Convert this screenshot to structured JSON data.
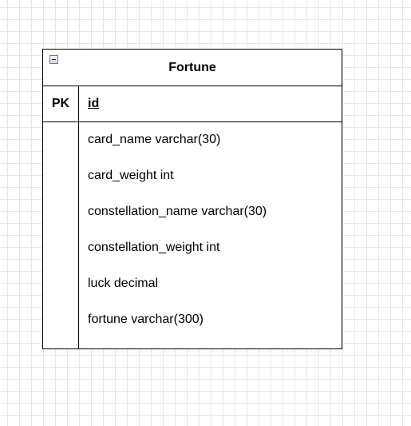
{
  "entity": {
    "title": "Fortune",
    "primary_key": {
      "label": "PK",
      "field": "id"
    },
    "fields": [
      "card_name varchar(30)",
      "card_weight int",
      "constellation_name varchar(30)",
      "constellation_weight int",
      "luck decimal",
      "fortune varchar(300)"
    ]
  }
}
